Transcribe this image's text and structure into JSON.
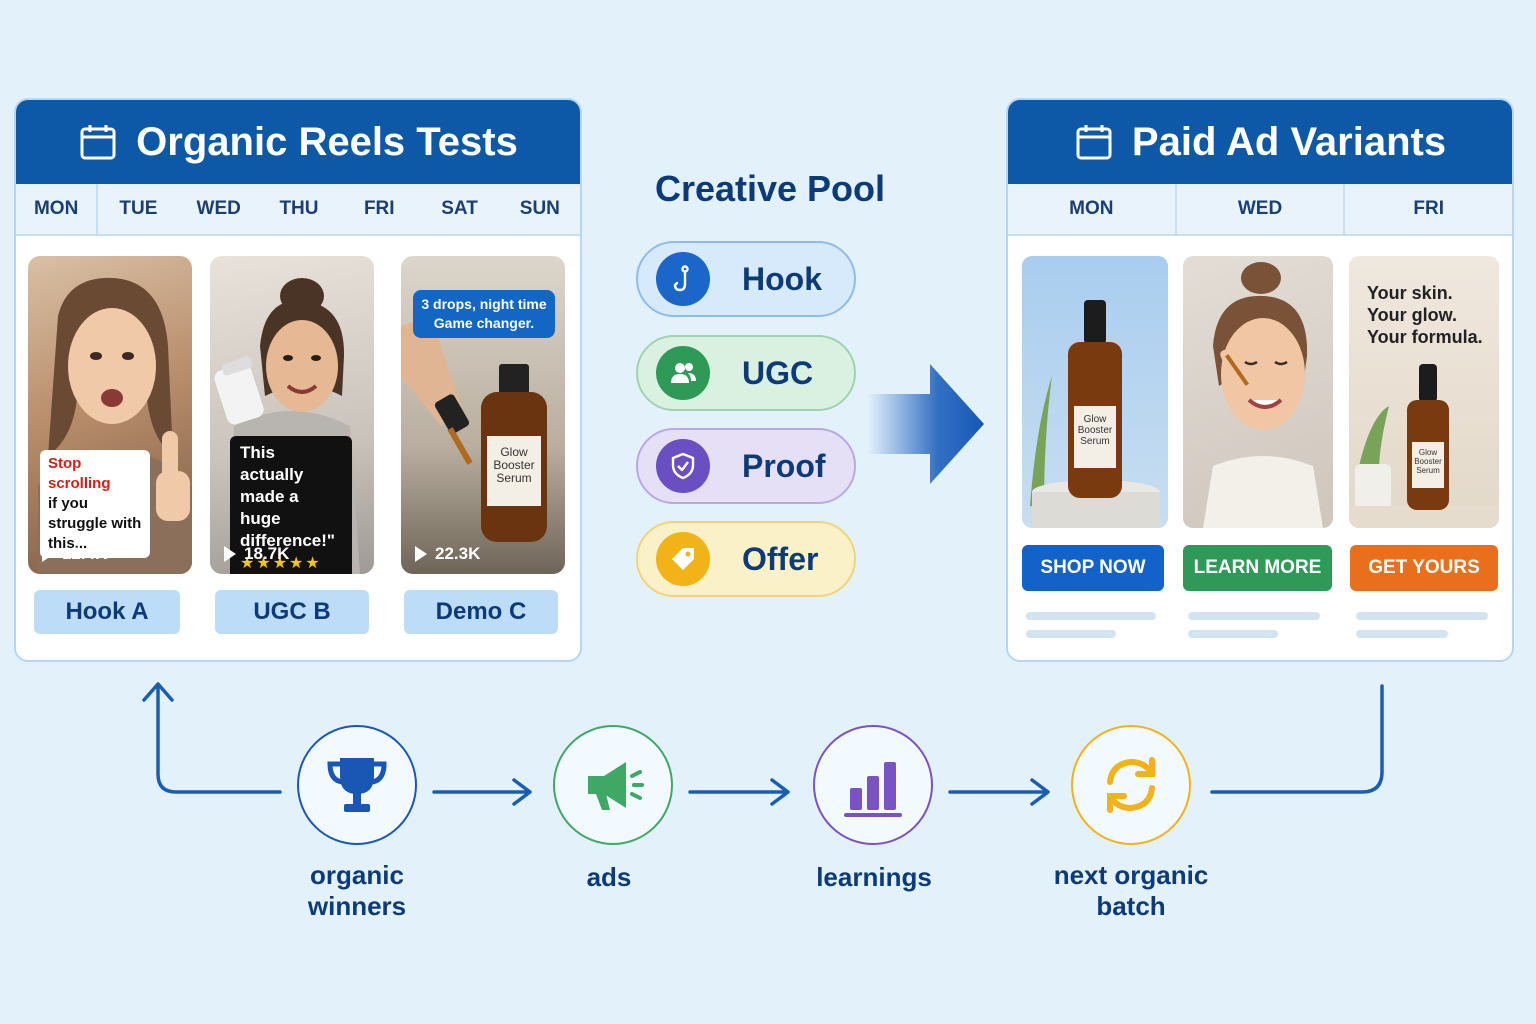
{
  "organic_panel": {
    "title": "Organic Reels Tests",
    "days": [
      "MON",
      "TUE",
      "WED",
      "THU",
      "FRI",
      "SAT",
      "SUN"
    ],
    "reels": [
      {
        "caption_highlight": "Stop scrolling",
        "caption": "if you struggle with this...",
        "views": "12.4K",
        "tag": "Hook A"
      },
      {
        "caption": "This actually made a huge difference!\"",
        "stars": "★★★★★",
        "views": "18.7K",
        "tag": "UGC B"
      },
      {
        "bubble": "3 drops, night time Game changer.",
        "bottle_label": "Glow Booster Serum",
        "views": "22.3K",
        "tag": "Demo C"
      }
    ]
  },
  "creative_pool": {
    "title": "Creative Pool",
    "items": [
      {
        "label": "Hook",
        "icon": "hook-icon",
        "color": "#1a66c9"
      },
      {
        "label": "UGC",
        "icon": "users-icon",
        "color": "#2f9a57"
      },
      {
        "label": "Proof",
        "icon": "shield-check-icon",
        "color": "#6a4fc2"
      },
      {
        "label": "Offer",
        "icon": "tag-icon",
        "color": "#f2b319"
      }
    ]
  },
  "paid_panel": {
    "title": "Paid Ad Variants",
    "days": [
      "MON",
      "WED",
      "FRI"
    ],
    "ads": [
      {
        "bottle_label": "Glow Booster Serum",
        "cta": "SHOP NOW",
        "color": "#1262c9"
      },
      {
        "cta": "LEARN MORE",
        "color": "#2f9a57"
      },
      {
        "headline": "Your skin. Your glow. Your formula.",
        "bottle_label": "Glow Booster Serum",
        "cta": "GET YOURS",
        "color": "#ea6f1d"
      }
    ]
  },
  "flow": [
    {
      "label": "organic winners",
      "icon": "trophy-icon",
      "color": "#1a57b5"
    },
    {
      "label": "ads",
      "icon": "megaphone-icon",
      "color": "#3fa865"
    },
    {
      "label": "learnings",
      "icon": "bar-chart-icon",
      "color": "#7b52c4"
    },
    {
      "label": "next organic batch",
      "icon": "refresh-icon",
      "color": "#f2b319"
    }
  ]
}
